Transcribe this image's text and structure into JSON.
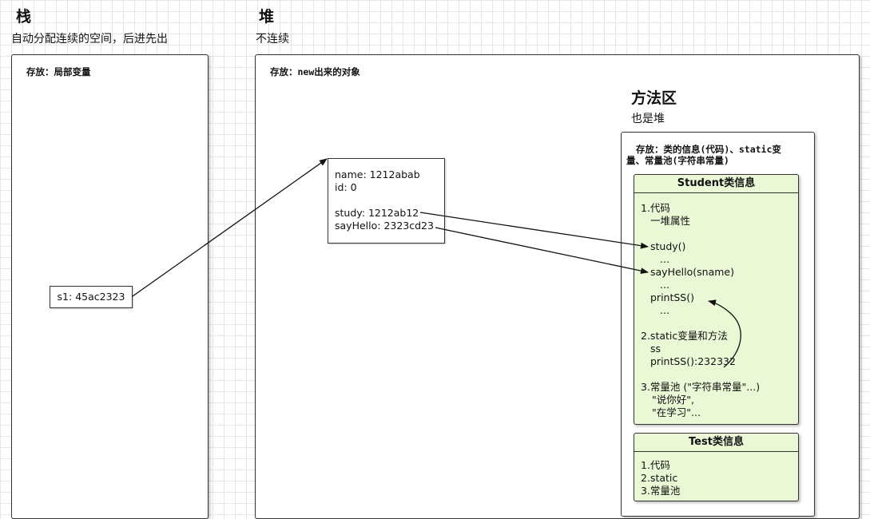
{
  "stack": {
    "title": "栈",
    "subtitle": "自动分配连续的空间，后进先出",
    "store_label": "存放：局部变量",
    "var_box": "s1: 45ac2323"
  },
  "heap": {
    "title": "堆",
    "subtitle": "不连续",
    "store_label": "存放：new出来的对象",
    "object_lines": [
      "name: 1212abab",
      "id: 0",
      "study: 1212ab12",
      "sayHello: 2323cd23"
    ]
  },
  "method_area": {
    "title": "方法区",
    "subtitle": "也是堆",
    "store_label_1": "存放：类的信息(代码)、static变",
    "store_label_2": "量、常量池(字符串常量)",
    "student": {
      "title": "Student类信息",
      "lines": [
        "1.代码",
        "一堆属性",
        "study()",
        "...",
        "sayHello(sname)",
        "...",
        "printSS()",
        "...",
        "2.static变量和方法",
        "ss",
        "printSS():232332",
        "3.常量池 (\"字符串常量\"...)",
        "\"说你好\",",
        "\"在学习\"..."
      ]
    },
    "test": {
      "title": "Test类信息",
      "lines": [
        "1.代码",
        "2.static",
        "3.常量池"
      ]
    }
  }
}
